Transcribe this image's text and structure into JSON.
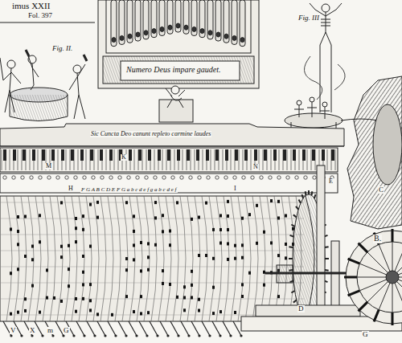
{
  "diagram": {
    "labels": [
      "imus XXII",
      "Fol. 397",
      "Fig. II.",
      "Fig. III",
      "Numero Deus impare gaudet.",
      "Sic Cuncta Deo canunt repleto carmine laudes",
      "M",
      "K",
      "H",
      "I",
      "N",
      "C",
      "B.",
      "D",
      "G",
      "V",
      "X",
      "m",
      "E",
      "F G A B C D E F G a b c d e f g a b c d e f",
      "G"
    ]
  }
}
